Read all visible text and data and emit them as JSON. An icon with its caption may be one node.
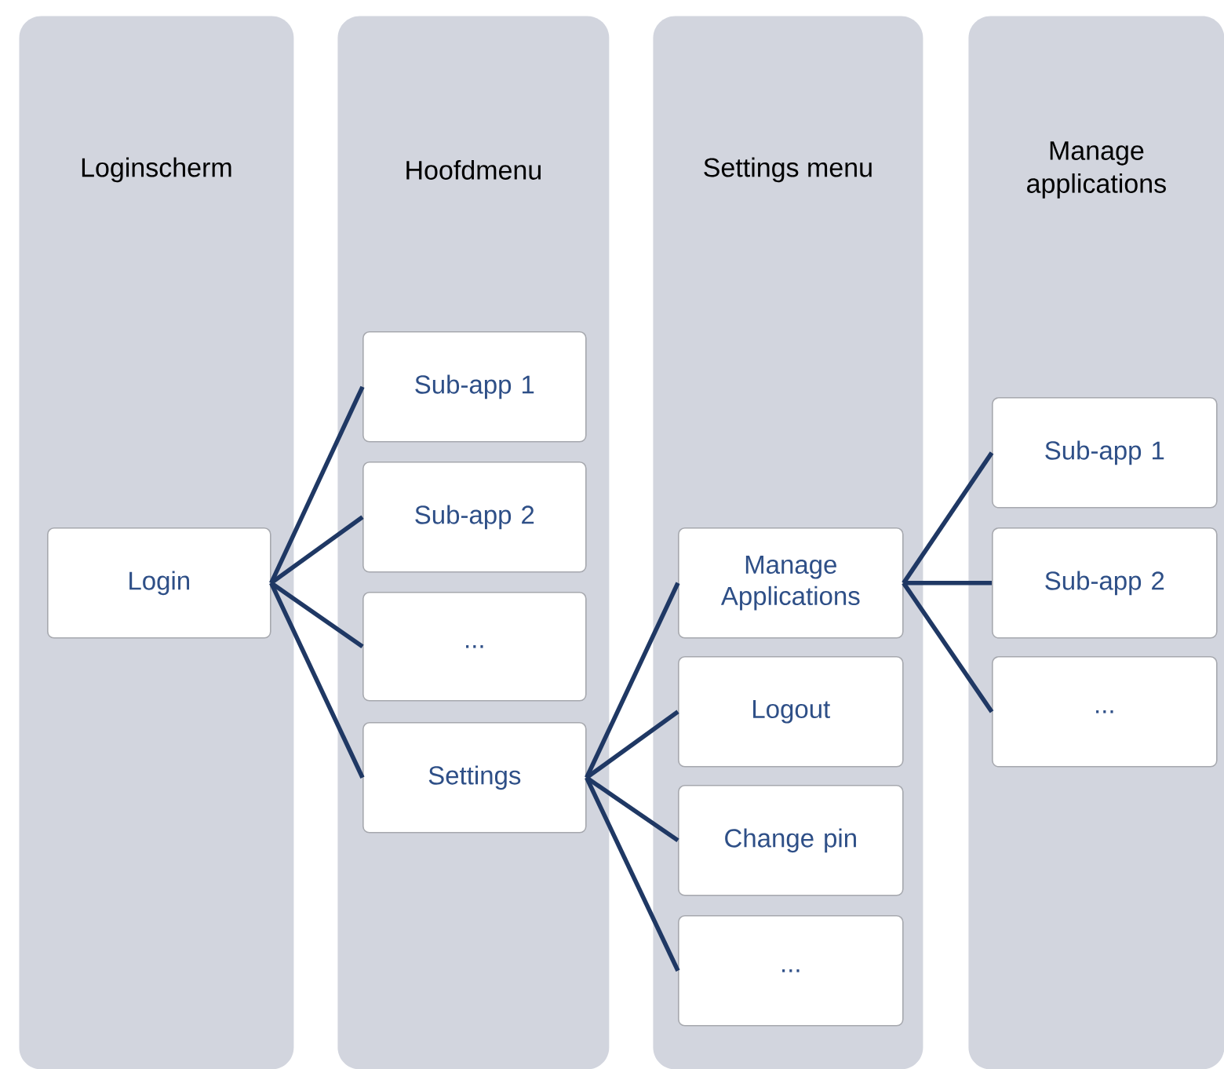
{
  "diagram": {
    "nodes": [
      {
        "text": [
          "Loginscherm"
        ]
      },
      {
        "text": [
          "Login"
        ],
        "in": 0
      },
      {
        "text": [
          "Hoofdmenu"
        ]
      },
      {
        "text": [
          "Sub-app 1"
        ],
        "in": 2
      },
      {
        "text": [
          "Sub-app 2"
        ],
        "in": 2
      },
      {
        "text": [
          "..."
        ],
        "in": 2
      },
      {
        "text": [
          "Settings"
        ],
        "in": 2
      },
      {
        "text": [
          "Settings menu"
        ]
      },
      {
        "text": [
          "Manage Applications"
        ],
        "in": 7
      },
      {
        "text": [
          "Logout"
        ],
        "in": 7
      },
      {
        "text": [
          "Change pin"
        ],
        "in": 7
      },
      {
        "text": [
          "..."
        ],
        "in": 7
      },
      {
        "text": [
          "Manage applications"
        ]
      },
      {
        "text": [
          "Sub-app 1"
        ],
        "in": 12
      },
      {
        "text": [
          "Sub-app 2"
        ],
        "in": 12
      },
      {
        "text": [
          "..."
        ],
        "in": 12
      }
    ],
    "edges": [
      {
        "from": 1,
        "to": 3,
        "arrow": "none"
      },
      {
        "from": 1,
        "to": 4,
        "arrow": "none"
      },
      {
        "from": 1,
        "to": 5,
        "arrow": "none"
      },
      {
        "from": 1,
        "to": 6,
        "arrow": "none"
      },
      {
        "from": 6,
        "to": 8,
        "arrow": "none"
      },
      {
        "from": 6,
        "to": 9,
        "arrow": "none"
      },
      {
        "from": 6,
        "to": 10,
        "arrow": "none"
      },
      {
        "from": 6,
        "to": 11,
        "arrow": "none"
      },
      {
        "from": 8,
        "to": 13,
        "arrow": "none"
      },
      {
        "from": 8,
        "to": 14,
        "arrow": "none"
      },
      {
        "from": 8,
        "to": 15,
        "arrow": "none"
      }
    ]
  }
}
